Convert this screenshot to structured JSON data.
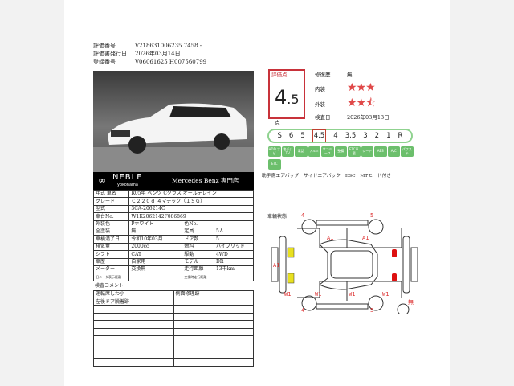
{
  "header": {
    "rows": [
      {
        "label": "評価番号",
        "value": "V218631006235 7458 -"
      },
      {
        "label": "評価書発行日",
        "value": "2026年03月14日"
      },
      {
        "label": "登録番号",
        "value": "V06061625 H007560799"
      }
    ]
  },
  "banner": {
    "logo": "NEBLE",
    "logo_sub": "yokohama",
    "shop": "Mercedes Benz 専門店"
  },
  "spec": {
    "wide": [
      [
        "年式 車名",
        "R05年 ベンツ Cクラス オールテレイン"
      ],
      [
        "グレード",
        "Ｃ２２０ｄ ４マチック（ＩＳＧ）"
      ],
      [
        "型式",
        "3CA-206214C"
      ],
      [
        "車台No.",
        "W1K2062142F086869"
      ]
    ],
    "pairs": [
      [
        "外装色",
        "Pホワイト",
        "色No.",
        ""
      ],
      [
        "全塗装",
        "無",
        "定員",
        "5人"
      ],
      [
        "車検満了日",
        "令和10年03月",
        "ドア数",
        "5"
      ],
      [
        "排気量",
        "2000cc",
        "燃料",
        "ハイブリッド"
      ],
      [
        "シフト",
        "CAT",
        "駆動",
        "4WD"
      ],
      [
        "車歴",
        "自家用",
        "モデル",
        "DR"
      ],
      [
        "メーター",
        "交換無",
        "走行距離",
        "13千km"
      ],
      [
        "旧メータ表示距離",
        "",
        "交換時走行距離",
        ""
      ]
    ]
  },
  "comments": {
    "title": "検査コメント",
    "rows": [
      [
        "運転席しわ小",
        " 側面修理跡"
      ],
      [
        "左後ドア脱着跡",
        ""
      ],
      [
        "",
        ""
      ],
      [
        "",
        ""
      ],
      [
        "",
        ""
      ],
      [
        "",
        ""
      ],
      [
        "",
        ""
      ],
      [
        "",
        ""
      ],
      [
        "",
        ""
      ],
      [
        "",
        ""
      ]
    ]
  },
  "score": {
    "label": "評価点",
    "value": "4.5",
    "unit": "点"
  },
  "ratings": {
    "repair_label": "修復歴",
    "repair": "無",
    "interior_label": "内装",
    "interior_stars": 3,
    "exterior_label": "外装",
    "exterior_stars": 2.5,
    "date_label": "検査日",
    "date": "2026年03月13日"
  },
  "grades": {
    "items": [
      "S",
      "6",
      "5",
      "4.5",
      "4",
      "3.5",
      "3",
      "2",
      "1",
      "R"
    ],
    "selected": "4.5"
  },
  "equipment": {
    "icons": [
      "HDD ナビ",
      "地デジ TV",
      "電話",
      "アルミ",
      "サンルーフ",
      "整備",
      "ETC車載",
      "シート",
      "ABS",
      "A/C",
      "パワステ",
      "ETC"
    ],
    "features": "助手席エアバッグ　サイドエアバック　ESC　MTモード付き"
  },
  "diagram": {
    "title": "車輌状態",
    "marks": [
      "4",
      "5",
      "A1",
      "A1",
      "A1",
      "W1",
      "W1",
      "W1",
      "W1",
      "4",
      "5",
      "無"
    ],
    "colors": {
      "yellow": "#e8e020",
      "red": "#dd1010"
    }
  }
}
